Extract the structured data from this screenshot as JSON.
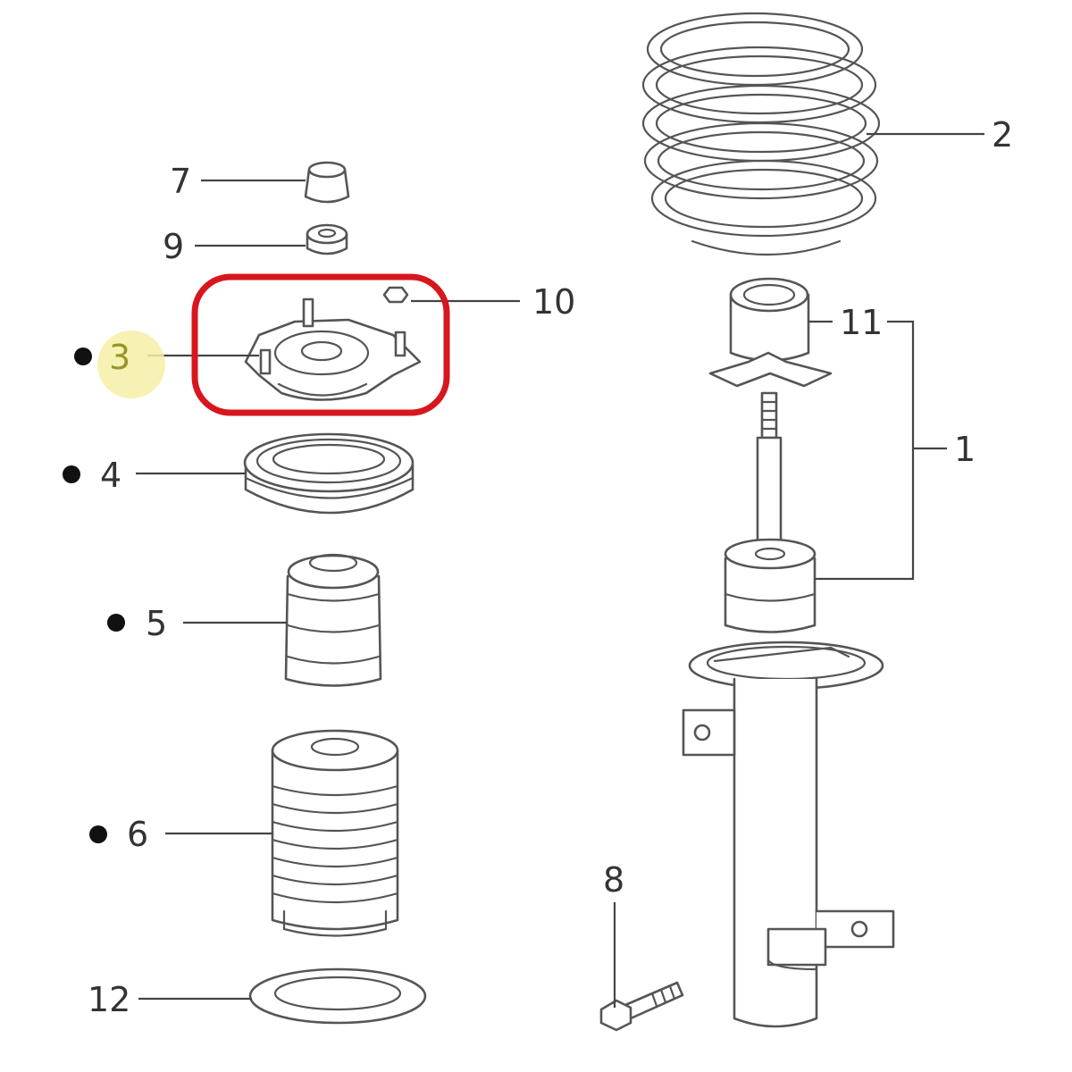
{
  "labels": {
    "p1": "1",
    "p2": "2",
    "p3": "3",
    "p4": "4",
    "p5": "5",
    "p6": "6",
    "p7": "7",
    "p8": "8",
    "p9": "9",
    "p10": "10",
    "p11": "11",
    "p12": "12"
  },
  "colors": {
    "highlight_box": "#d8161e",
    "highlight_marker": "#f6f0a6",
    "label_3": "#9a9428"
  }
}
